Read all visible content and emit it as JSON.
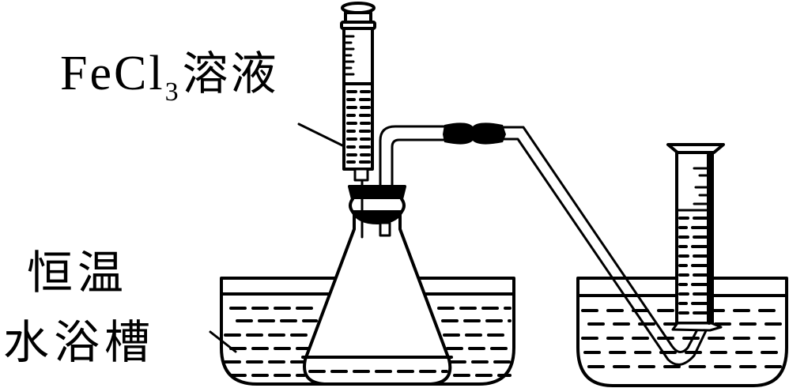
{
  "diagram": {
    "type": "chemistry-apparatus",
    "description": "Experimental setup: FeCl3 solution added via syringe to a conical flask in a constant-temperature water bath; gas is led through a delivery tube to an inverted graduated cylinder in a water trough.",
    "colors": {
      "stroke": "#000000",
      "background": "#ffffff"
    }
  },
  "labels": {
    "fecl3": {
      "formula_main": "FeCl",
      "formula_sub": "3",
      "text": "溶液",
      "full": "FeCl3溶液"
    },
    "water_bath": {
      "line1": "恒温",
      "line2": "水浴槽",
      "full": "恒温水浴槽"
    }
  },
  "components": [
    {
      "id": "syringe",
      "name": "Syringe containing FeCl3 solution"
    },
    {
      "id": "stopper",
      "name": "Rubber stopper"
    },
    {
      "id": "conical-flask",
      "name": "Conical flask"
    },
    {
      "id": "delivery-tube",
      "name": "Glass delivery tube with rubber connector"
    },
    {
      "id": "left-water-bath",
      "name": "Constant-temperature water bath"
    },
    {
      "id": "right-trough",
      "name": "Water trough"
    },
    {
      "id": "graduated-cylinder",
      "name": "Inverted graduated cylinder"
    }
  ]
}
